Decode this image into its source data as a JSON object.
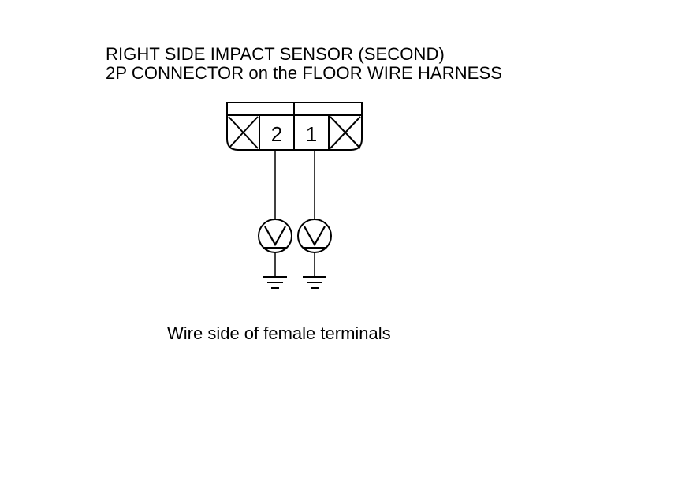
{
  "diagram": {
    "title_line1": "RIGHT SIDE IMPACT SENSOR (SECOND)",
    "title_line2": "2P CONNECTOR on the FLOOR WIRE HARNESS",
    "connector": {
      "pins": [
        {
          "label": "2"
        },
        {
          "label": "1"
        }
      ]
    },
    "meters": [
      {
        "symbol": "V",
        "name": "voltmeter on pin 2"
      },
      {
        "symbol": "V",
        "name": "voltmeter on pin 1"
      }
    ],
    "caption": "Wire side of female terminals"
  }
}
